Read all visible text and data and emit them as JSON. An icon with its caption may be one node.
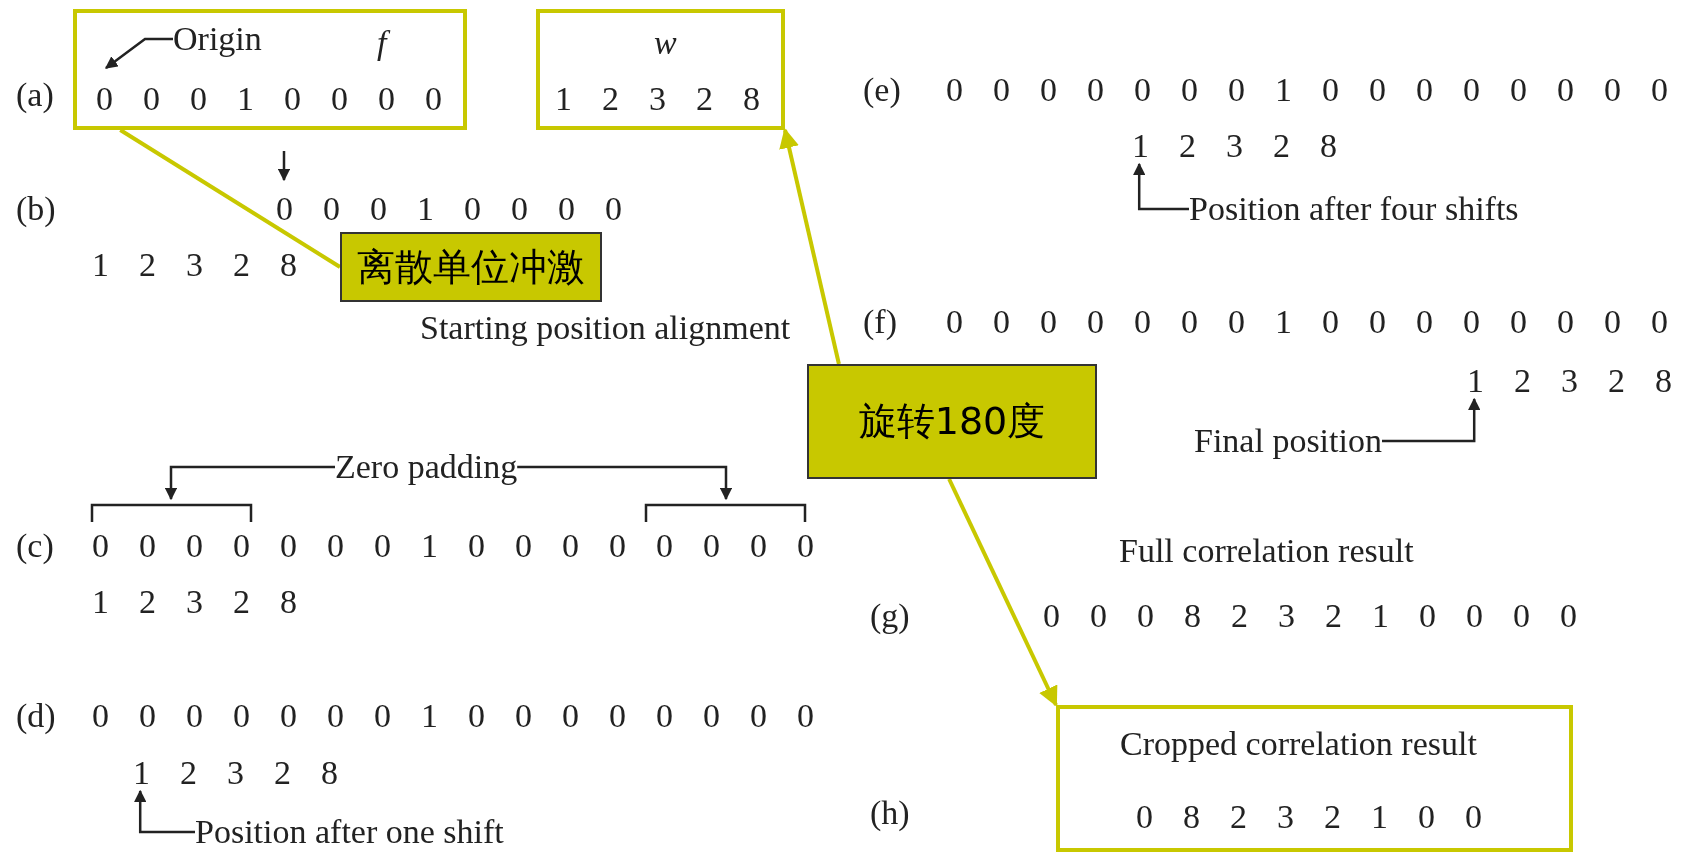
{
  "diagram": {
    "nodes": [
      {
        "text": [
          "f",
          "0 0 0 1 0 0 0 0"
        ]
      },
      {
        "text": [
          "Origin"
        ],
        "in": 0
      },
      {
        "text": [
          "w",
          "1 2 3 2 8"
        ]
      },
      {
        "text": [
          "离散单位冲激"
        ]
      },
      {
        "text": [
          "Zero padding"
        ]
      },
      {
        "text": [
          "Position after one shift"
        ]
      },
      {
        "text": [
          "Position after four shifts"
        ]
      },
      {
        "text": [
          "Final position"
        ]
      },
      {
        "text": [
          "旋转180度"
        ]
      },
      {
        "text": [
          "Cropped correlation result",
          "0 8 2 3 2 1 0 0"
        ]
      },
      {
        "text": [
          "1 2 3 2 8"
        ]
      },
      {
        "text": [
          "1 2 3 2 8"
        ]
      },
      {
        "text": [
          "1 2 3 2 8"
        ]
      }
    ],
    "edges": [
      {
        "from": 1,
        "to": null,
        "arrow": "to"
      },
      {
        "from": 3,
        "to": 0,
        "arrow": "none",
        "color": "#c8c800"
      },
      {
        "from": 4,
        "to": null,
        "arrow": "to"
      },
      {
        "from": 4,
        "to": null,
        "arrow": "to"
      },
      {
        "from": 5,
        "to": 10,
        "arrow": "to"
      },
      {
        "from": 6,
        "to": 11,
        "arrow": "to"
      },
      {
        "from": 7,
        "to": 12,
        "arrow": "to"
      },
      {
        "from": 8,
        "to": 2,
        "arrow": "to",
        "color": "#c8c800"
      },
      {
        "from": 8,
        "to": 9,
        "arrow": "to",
        "color": "#c8c800"
      }
    ],
    "labels": [
      "(a)",
      "(b)",
      "0 0 0 1 0 0 0 0",
      "1 2 3 2 8",
      "Starting position alignment",
      "(c)",
      "0 0 0 0 0 0 0 1 0 0 0 0 0 0 0 0",
      "1 2 3 2 8",
      "(d)",
      "0 0 0 0 0 0 0 1 0 0 0 0 0 0 0 0",
      "(e)",
      "0 0 0 0 0 0 0 1 0 0 0 0 0 0 0 0",
      "(f)",
      "0 0 0 0 0 0 0 1 0 0 0 0 0 0 0 0",
      "Full correlation result",
      "(g)",
      "0 0 0 8 2 3 2 1 0 0 0 0",
      "(h)"
    ]
  }
}
